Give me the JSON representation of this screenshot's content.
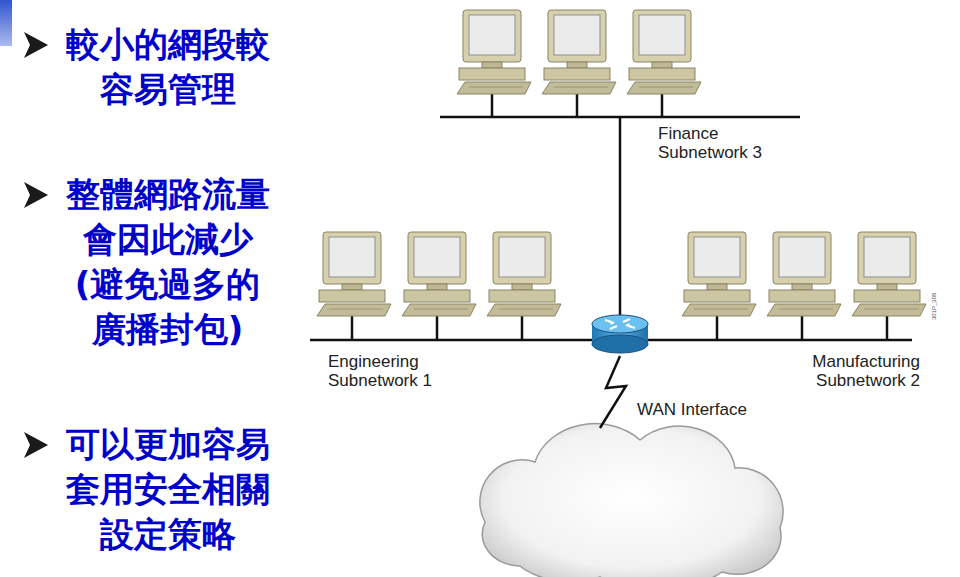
{
  "diagram": {
    "labels": [
      "較小的網段較 容易管理",
      "整體網路流量 會因此減少 (避免過多的 廣播封包)",
      "可以更加容易 套用安全相關 設定策略",
      "Finance Subnetwork 3",
      "Engineering Subnetwork 1",
      "Manufacturing Subnetwork 2",
      "WAN Interface",
      "301P_308"
    ]
  }
}
